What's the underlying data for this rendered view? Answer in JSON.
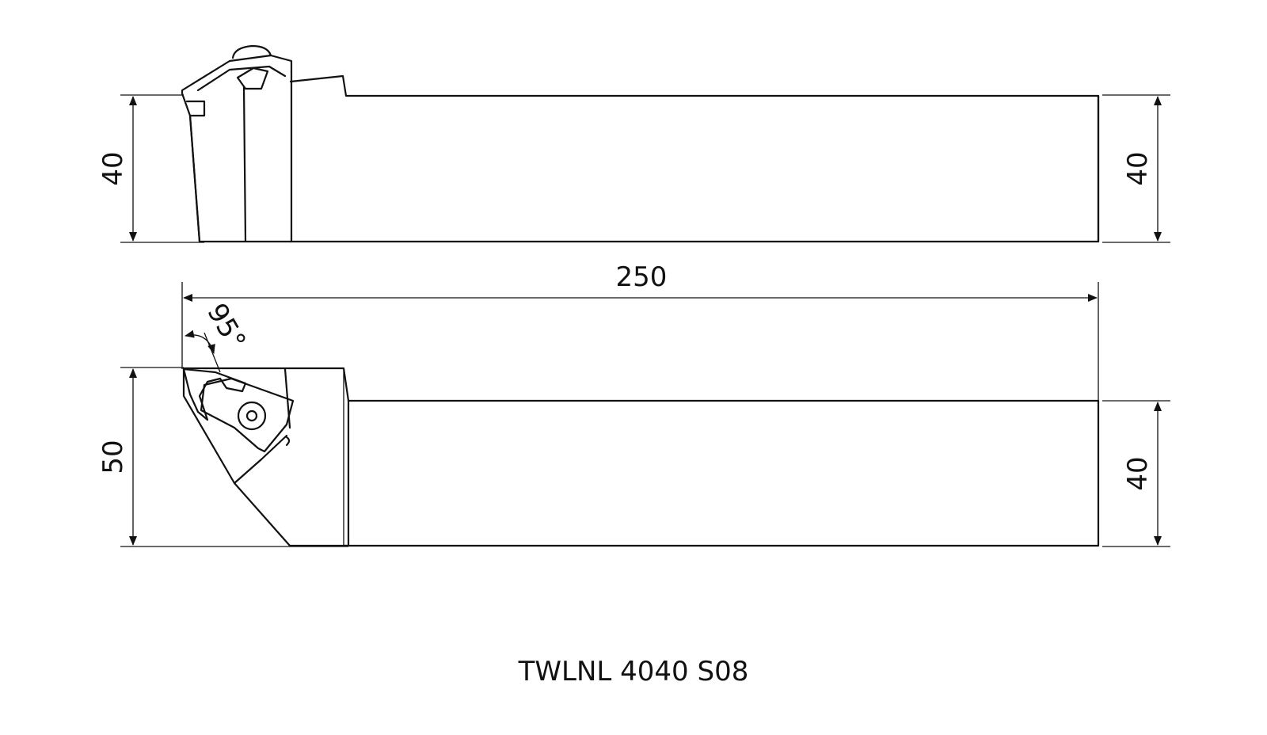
{
  "drawing": {
    "caption": "TWLNL 4040 S08",
    "dimensions": {
      "side_height_left": "40",
      "side_height_right": "40",
      "overall_length": "250",
      "approach_angle": "95°",
      "top_height_left": "50",
      "top_height_right": "40"
    },
    "colors": {
      "line": "#111111",
      "background": "#ffffff"
    }
  }
}
